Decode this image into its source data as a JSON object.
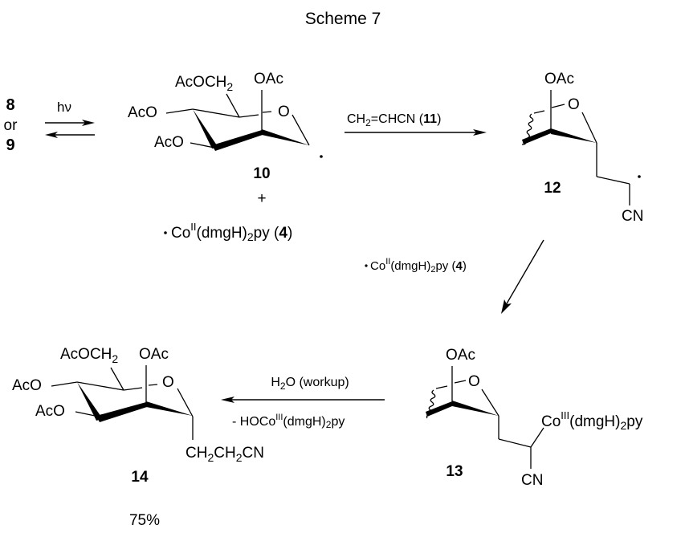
{
  "title": "Scheme 7",
  "start": {
    "compound_a": "8",
    "connector": "or",
    "compound_b": "9"
  },
  "step1": {
    "reagent": "hν",
    "arrow": "equilibrium"
  },
  "compound10": {
    "label": "10",
    "groups": {
      "ch2oac": "AcOCH",
      "ch2oac_sub": "2",
      "oac_top": "OAc",
      "ring_o": "O",
      "aco_upper": "AcO",
      "aco_lower": "AcO"
    },
    "radical_dot": "·"
  },
  "plus": "+",
  "cobalt_reagent": {
    "dot": "·",
    "text": "Co",
    "sup": "II",
    "mid": "(dmgH)",
    "sub": "2",
    "tail": "py (",
    "num": "4",
    "close": ")"
  },
  "step2": {
    "reagent_pre": "CH",
    "reagent_sub": "2",
    "reagent_post": "=CHCN (",
    "reagent_num": "11",
    "reagent_close": ")"
  },
  "compound12": {
    "label": "12",
    "oac": "OAc",
    "ring_o": "O",
    "cn": "CN",
    "radical_dot": "·"
  },
  "step3": {
    "dot": "·",
    "text": "Co",
    "sup": "II",
    "mid": "(dmgH)",
    "sub": "2",
    "tail": "py (",
    "num": "4",
    "close": ")"
  },
  "compound13": {
    "label": "13",
    "oac": "OAc",
    "ring_o": "O",
    "cn": "CN",
    "co": "Co",
    "co_sup": "III",
    "co_mid": "(dmgH)",
    "co_sub": "2",
    "co_tail": "py"
  },
  "step4": {
    "above_pre": "H",
    "above_sub": "2",
    "above_post": "O (workup)",
    "below_pre": "- HOCo",
    "below_sup": "III",
    "below_mid": "(dmgH)",
    "below_sub": "2",
    "below_tail": "py"
  },
  "compound14": {
    "label": "14",
    "groups": {
      "ch2oac": "AcOCH",
      "ch2oac_sub": "2",
      "oac_top": "OAc",
      "ring_o": "O",
      "aco_upper": "AcO",
      "aco_lower": "AcO"
    },
    "side_chain": {
      "p1": "CH",
      "s1": "2",
      "p2": "CH",
      "s2": "2",
      "p3": "CN"
    }
  },
  "yield": "75%"
}
